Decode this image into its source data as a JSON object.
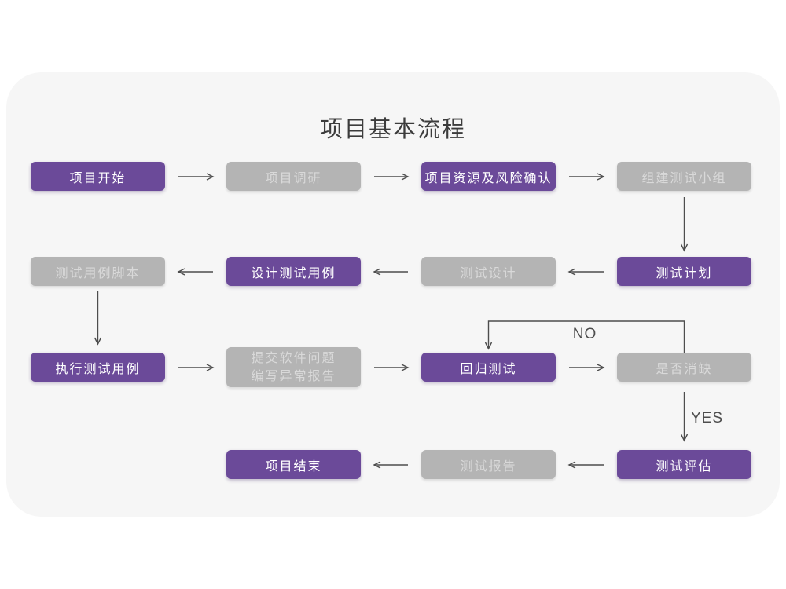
{
  "page": {
    "title": "项目基本流程"
  },
  "flow": {
    "nodes": [
      {
        "id": "project-start",
        "label": "项目开始",
        "variant": "purple"
      },
      {
        "id": "project-research",
        "label": "项目调研",
        "variant": "gray"
      },
      {
        "id": "resources-risk-confirm",
        "label": "项目资源及风险确认",
        "variant": "purple"
      },
      {
        "id": "form-test-team",
        "label": "组建测试小组",
        "variant": "gray"
      },
      {
        "id": "test-case-script",
        "label": "测试用例脚本",
        "variant": "gray"
      },
      {
        "id": "design-test-cases",
        "label": "设计测试用例",
        "variant": "purple"
      },
      {
        "id": "test-design",
        "label": "测试设计",
        "variant": "gray"
      },
      {
        "id": "test-plan",
        "label": "测试计划",
        "variant": "purple"
      },
      {
        "id": "execute-test-cases",
        "label": "执行测试用例",
        "variant": "purple"
      },
      {
        "id": "submit-issues-report",
        "lines": [
          "提交软件问题",
          "编写异常报告"
        ],
        "variant": "gray"
      },
      {
        "id": "regression-test",
        "label": "回归测试",
        "variant": "purple"
      },
      {
        "id": "defect-cleared",
        "label": "是否消缺",
        "variant": "gray"
      },
      {
        "id": "project-end",
        "label": "项目结束",
        "variant": "purple"
      },
      {
        "id": "test-report",
        "label": "测试报告",
        "variant": "gray"
      },
      {
        "id": "test-evaluation",
        "label": "测试评估",
        "variant": "purple"
      }
    ],
    "labels": {
      "no": "NO",
      "yes": "YES"
    }
  },
  "colors": {
    "accent_purple": "#6b4a99",
    "node_gray": "#b4b4b4",
    "node_gray_text": "#d9d9d9",
    "card_background": "#f6f6f6",
    "arrow": "#4d4d4d",
    "title_text": "#3c3c3c"
  }
}
